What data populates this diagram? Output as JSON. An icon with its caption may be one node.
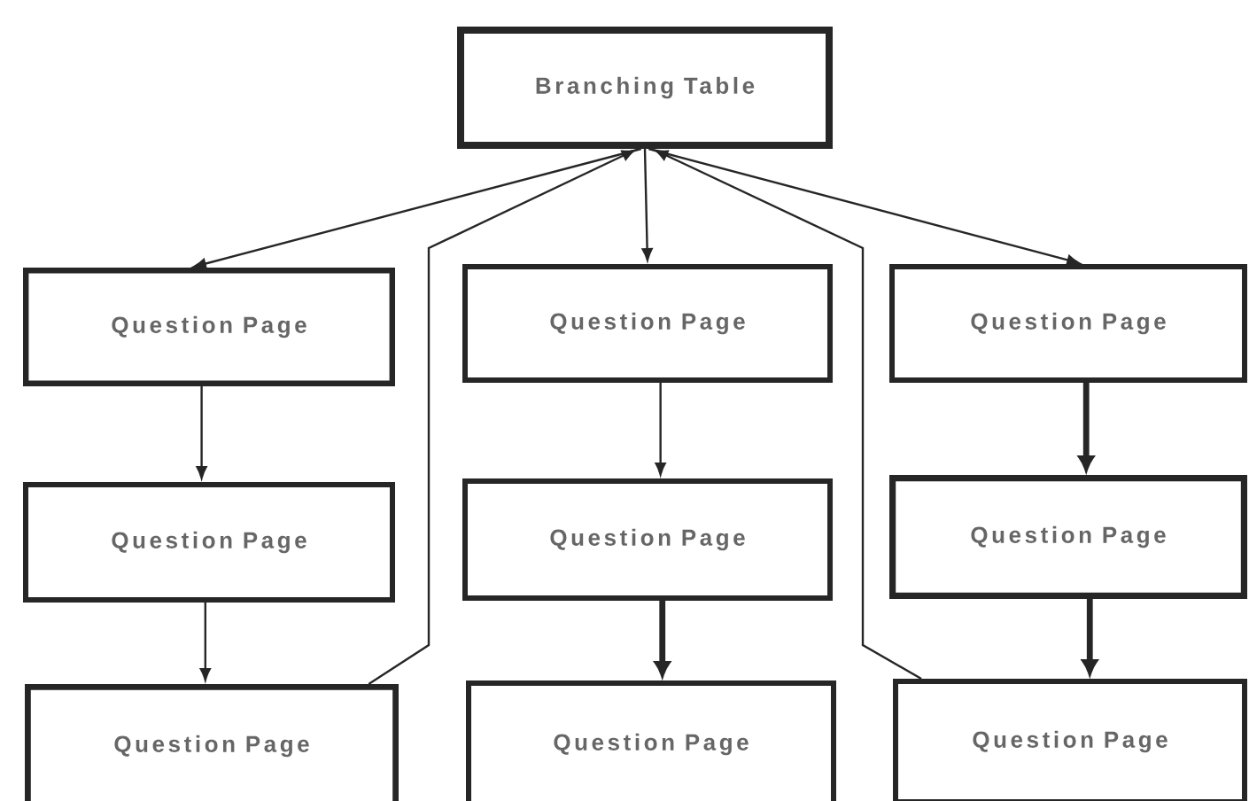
{
  "diagram": {
    "nodes": [
      {
        "text": [
          "Branching Table"
        ]
      },
      {
        "text": [
          "Question Page"
        ]
      },
      {
        "text": [
          "Question Page"
        ]
      },
      {
        "text": [
          "Question Page"
        ]
      },
      {
        "text": [
          "Question Page"
        ]
      },
      {
        "text": [
          "Question Page"
        ]
      },
      {
        "text": [
          "Question Page"
        ]
      },
      {
        "text": [
          "Question Page"
        ]
      },
      {
        "text": [
          "Question Page"
        ]
      },
      {
        "text": [
          "Question Page"
        ]
      }
    ],
    "edges": [
      {
        "from": 0,
        "to": 1,
        "arrow": "to"
      },
      {
        "from": 0,
        "to": 2,
        "arrow": "to"
      },
      {
        "from": 0,
        "to": 3,
        "arrow": "to"
      },
      {
        "from": 1,
        "to": 4,
        "arrow": "to"
      },
      {
        "from": 4,
        "to": 7,
        "arrow": "to"
      },
      {
        "from": 2,
        "to": 5,
        "arrow": "to"
      },
      {
        "from": 5,
        "to": 8,
        "arrow": "to",
        "style": "thick"
      },
      {
        "from": 3,
        "to": 6,
        "arrow": "to",
        "style": "thick"
      },
      {
        "from": 6,
        "to": 9,
        "arrow": "to",
        "style": "thick"
      },
      {
        "from": 7,
        "to": 0,
        "arrow": "to"
      },
      {
        "from": 9,
        "to": 0,
        "arrow": "to"
      }
    ]
  }
}
